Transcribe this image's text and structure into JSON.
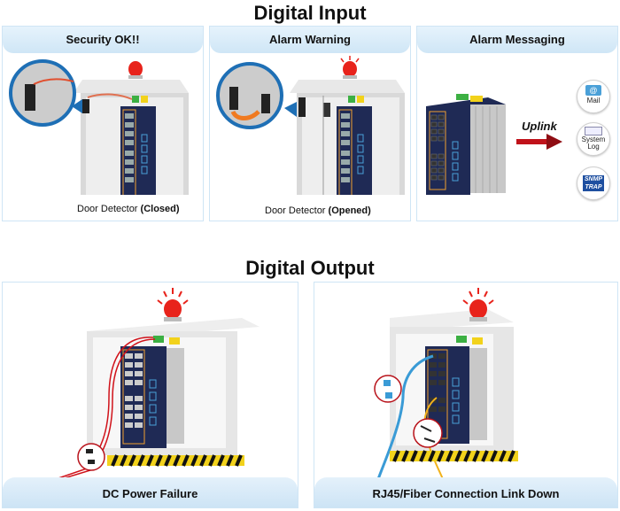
{
  "sections": {
    "input_title": "Digital Input",
    "output_title": "Digital Output"
  },
  "input_panels": [
    {
      "title": "Security OK!!",
      "caption_prefix": "Door Detector ",
      "caption_bold": "(Closed)"
    },
    {
      "title": "Alarm Warning",
      "caption_prefix": "Door Detector ",
      "caption_bold": "(Opened)"
    },
    {
      "title": "Alarm Messaging",
      "uplink_label": "Uplink",
      "icons": [
        {
          "name": "mail-icon",
          "label": "Mail"
        },
        {
          "name": "system-log-icon",
          "label": "System Log"
        },
        {
          "name": "snmp-trap-icon",
          "label": "SNMP TRAP"
        }
      ]
    }
  ],
  "output_panels": [
    {
      "title": "DC Power Failure"
    },
    {
      "title": "RJ45/Fiber Connection Link Down"
    }
  ],
  "colors": {
    "alarm_red": "#e8231b",
    "switch_navy": "#1f2a55",
    "port_orange": "#f0a030",
    "header_blue": "#d6eaf8",
    "hazard_yellow": "#f2d21b"
  }
}
